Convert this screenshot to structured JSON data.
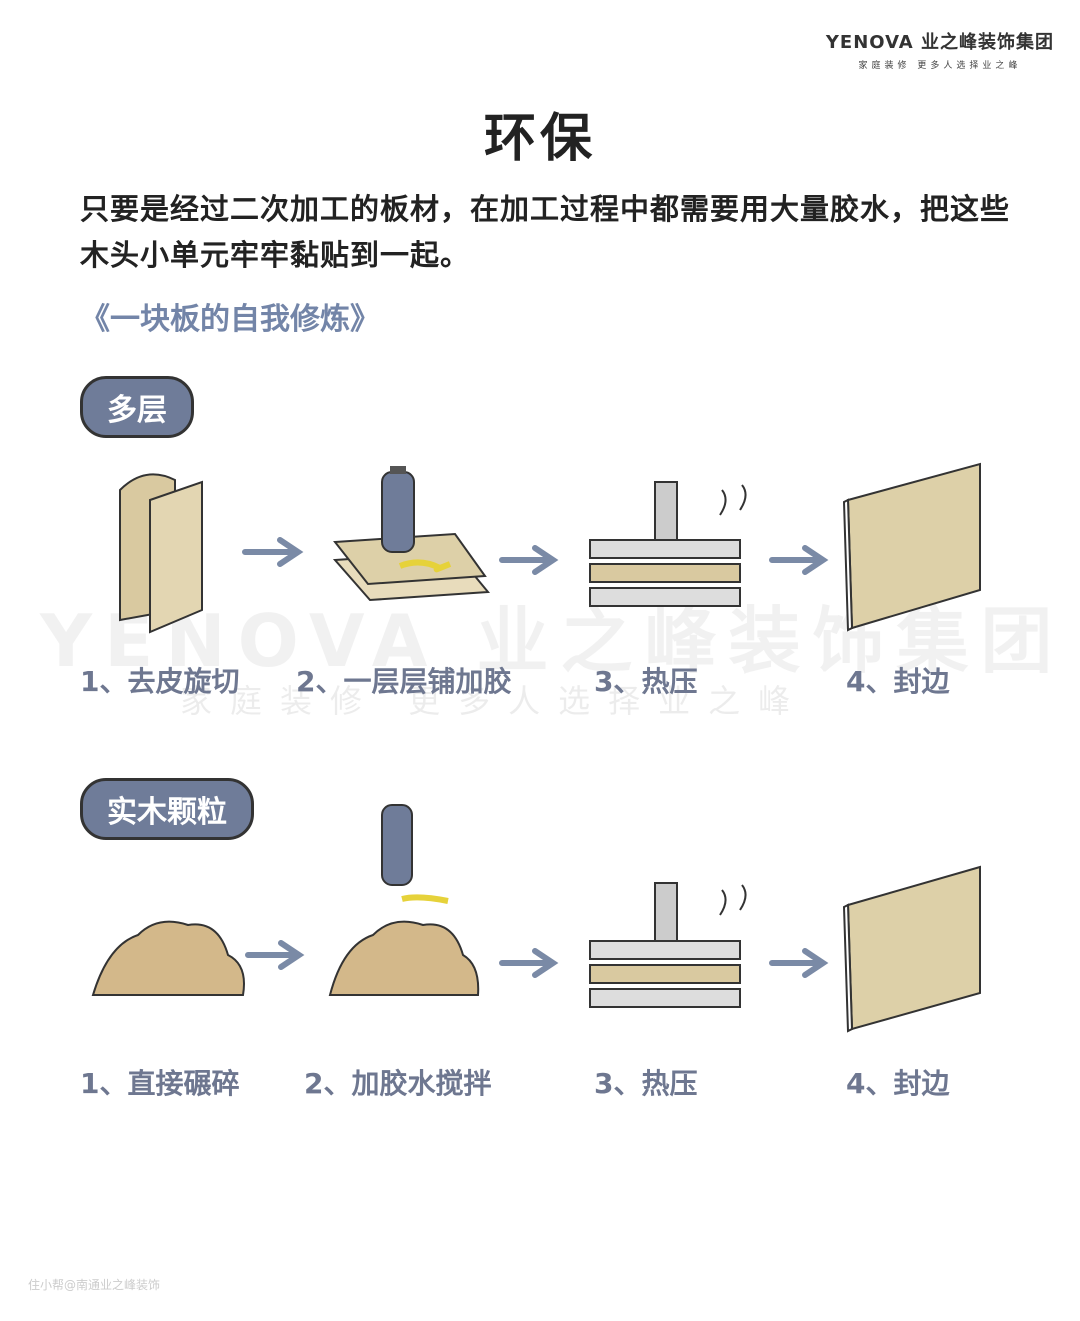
{
  "logo": {
    "brand": "YENOVA 业之峰装饰集团",
    "tagline": "家庭装修   更多人选择业之峰"
  },
  "title": "环保",
  "description": "只要是经过二次加工的板材，在加工过程中都需要用大量胶水，把这些木头小单元牢牢黏贴到一起。",
  "subtitle": "《一块板的自我修炼》",
  "sections": [
    {
      "label": "多层",
      "steps": [
        "1、去皮旋切",
        "2、一层层铺加胶",
        "3、热压",
        "4、封边"
      ]
    },
    {
      "label": "实木颗粒",
      "steps": [
        "1、直接碾碎",
        "2、加胶水搅拌",
        "3、热压",
        "4、封边"
      ]
    }
  ],
  "watermark": {
    "main": "YENOVA 业之峰装饰集团",
    "sub": "家庭装修 更多人选择业之峰"
  },
  "credit": "住小帮@南通业之峰装饰",
  "colors": {
    "pill": "#6f7c99",
    "arrow": "#7a8aa6",
    "wood": "#d9c9a0",
    "glue": "#e6d23a"
  }
}
